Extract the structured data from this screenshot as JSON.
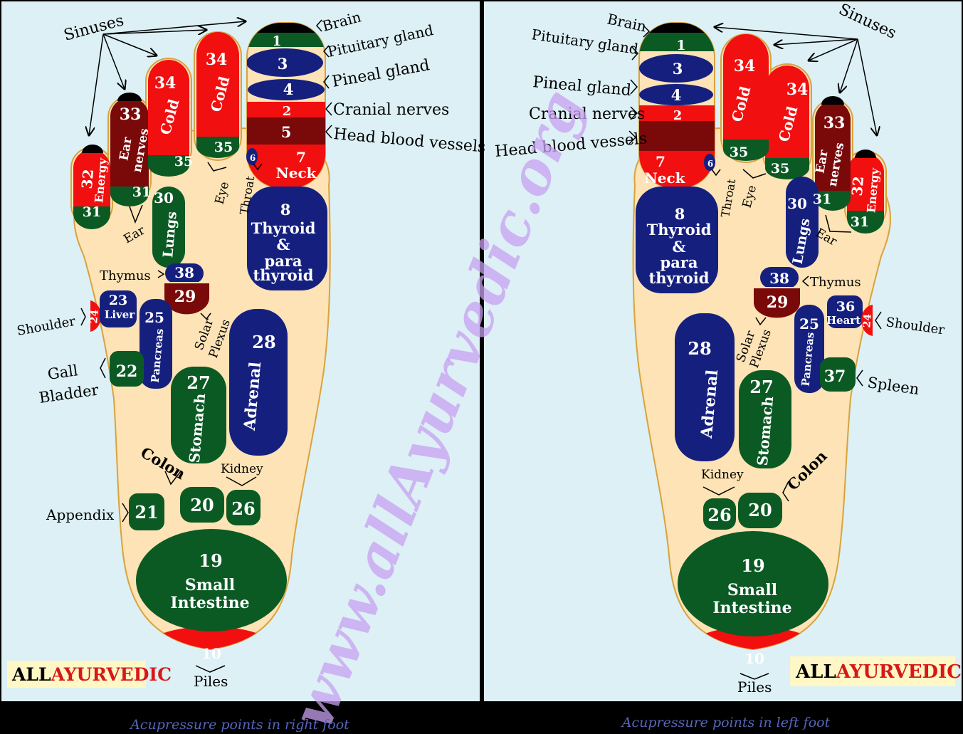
{
  "captions": {
    "right": "Acupressure points in right foot",
    "left": "Acupressure points in left foot"
  },
  "watermark": "www.allAyurvedic.org",
  "logo": {
    "all": "ALL",
    "ayurvedic": "AYURVEDIC"
  },
  "colors": {
    "background": "#dcf0f5",
    "foot": "#fde3b5",
    "foot_outline": "#d8a33e",
    "red": "#f20f0f",
    "blue": "#15207e",
    "green": "#0b5a24",
    "maroon": "#7a0a0a",
    "watermark": "#c8a0f0"
  },
  "zones": {
    "z1": "1",
    "z2": "2",
    "z3": "3",
    "z4": "4",
    "z5": "5",
    "z6": "6",
    "z7": "7",
    "neck": "Neck",
    "z8": "8",
    "thyroid1": "Thyroid",
    "thyroid2": "&",
    "thyroid3": "para",
    "thyroid4": "thyroid",
    "z10": "10",
    "z19": "19",
    "small": "Small",
    "intestine": "Intestine",
    "z20": "20",
    "z21": "21",
    "z22": "22",
    "z23": "23",
    "liver": "Liver",
    "z24": "24",
    "z25": "25",
    "pancreas": "Pancreas",
    "z26": "26",
    "z27": "27",
    "stomach": "Stomach",
    "z28": "28",
    "adrenal": "Adrenal",
    "z29": "29",
    "z30": "30",
    "lungs": "Lungs",
    "z31": "31",
    "z32": "32",
    "energy": "Energy",
    "z33": "33",
    "ear_n1": "Ear",
    "ear_n2": "nerves",
    "z34": "34",
    "cold": "Cold",
    "z35": "35",
    "z36": "36",
    "heart": "Heart",
    "z37": "37",
    "z38": "38"
  },
  "labels": {
    "sinuses": "Sinuses",
    "brain": "Brain",
    "pituitary": "Pituitary gland",
    "pineal": "Pineal gland",
    "cranial": "Cranial nerves",
    "head_vessels": "Head blood vessels",
    "throat": "Throat",
    "eye": "Eye",
    "ear": "Ear",
    "thymus": "Thymus",
    "shoulder": "Shoulder",
    "gall1": "Gall",
    "gall2": "Bladder",
    "solar1": "Solar",
    "solar2": "Plexus",
    "colon": "Colon",
    "kidney": "Kidney",
    "appendix": "Appendix",
    "piles": "Piles",
    "spleen": "Spleen"
  }
}
